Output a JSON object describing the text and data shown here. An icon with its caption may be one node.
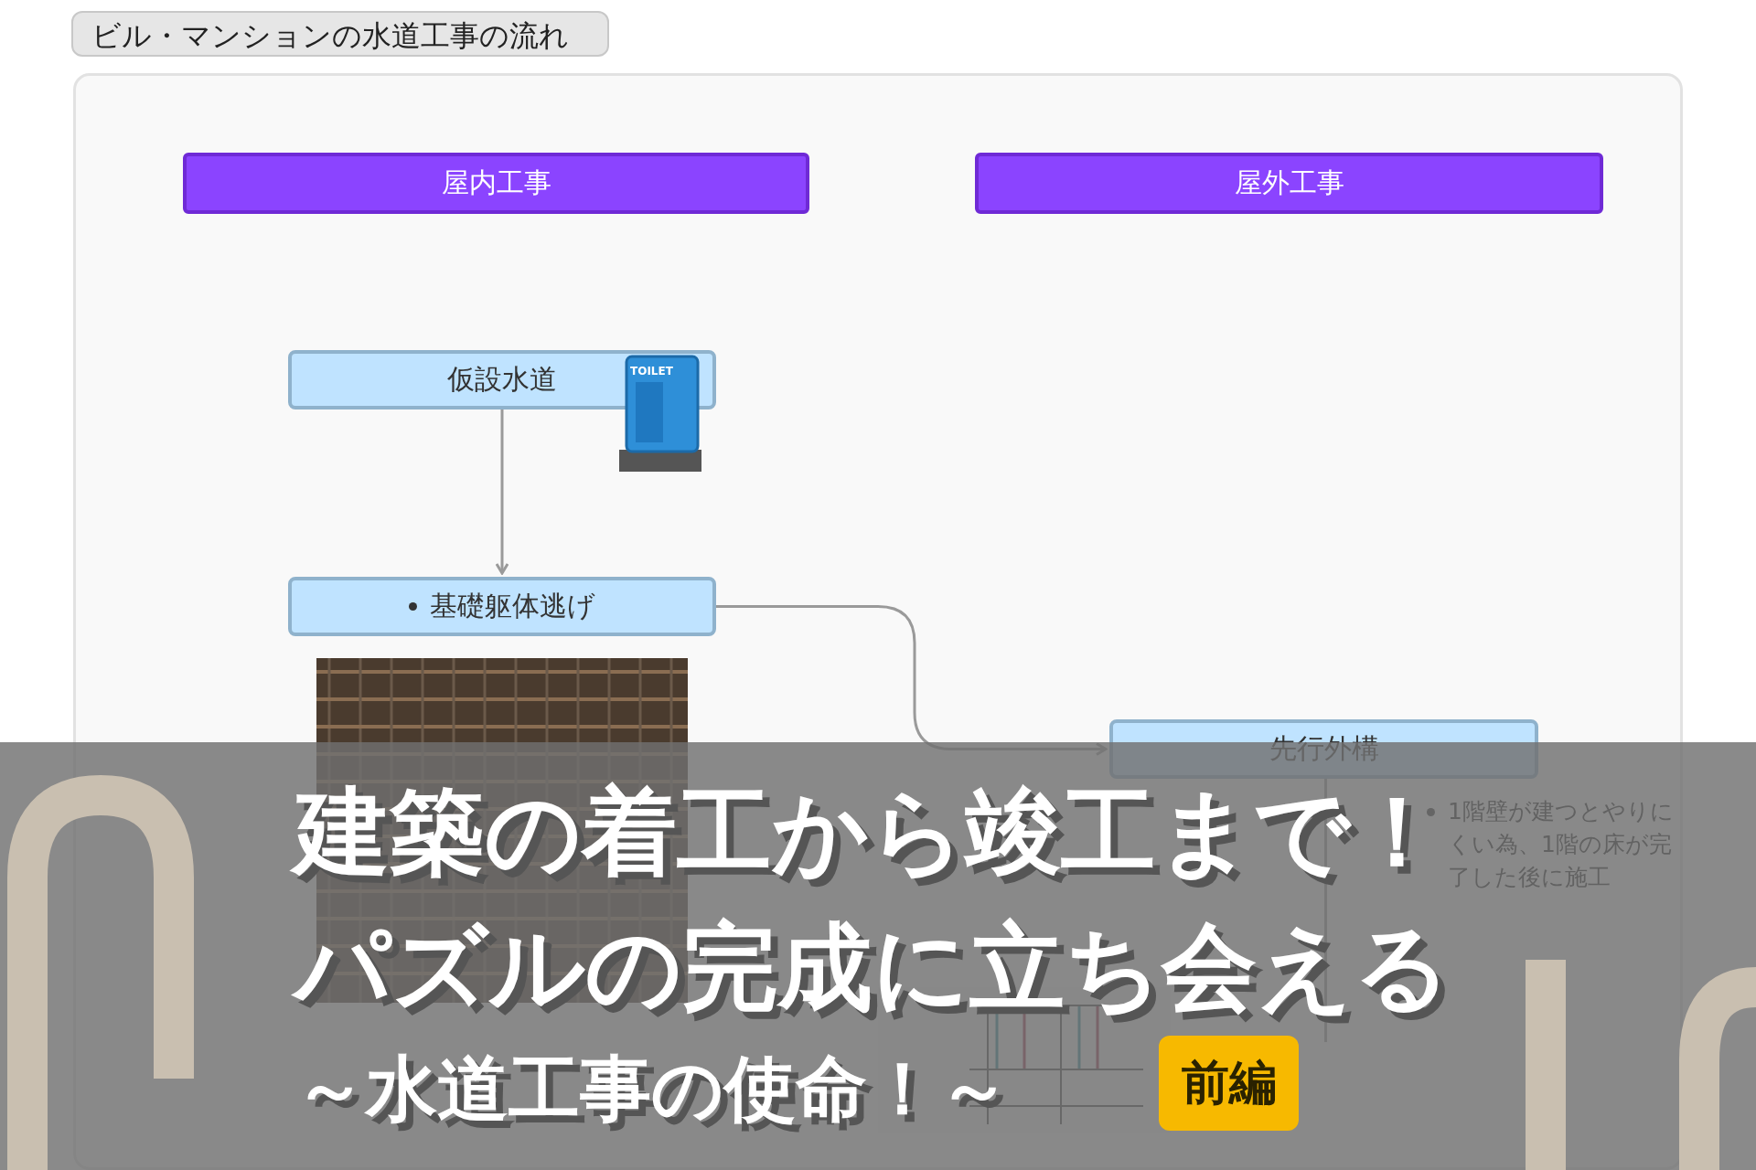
{
  "diagram": {
    "title": "ビル・マンションの水道工事の流れ",
    "nodes": [
      {
        "text": [
          "屋内工事"
        ]
      },
      {
        "text": [
          "屋外工事"
        ]
      },
      {
        "text": [
          "仮設水道"
        ]
      },
      {
        "text": [
          "基礎躯体逃げ"
        ]
      },
      {
        "text": [
          "先行外構"
        ],
        "beside": [
          "1階壁が建つとやりにくい為、1階の床が完了した後に施工"
        ]
      }
    ],
    "edges": [
      {
        "from": 2,
        "to": 3,
        "arrow": "to"
      },
      {
        "from": 3,
        "to": 4,
        "arrow": "to"
      },
      {
        "from": 4,
        "to": null,
        "arrow": "none"
      }
    ],
    "labels": [
      "TOILET",
      "建築の着工から竣工まで！",
      "パズルの完成に立ち会える",
      "～水道工事の使命！～",
      "前編"
    ]
  }
}
